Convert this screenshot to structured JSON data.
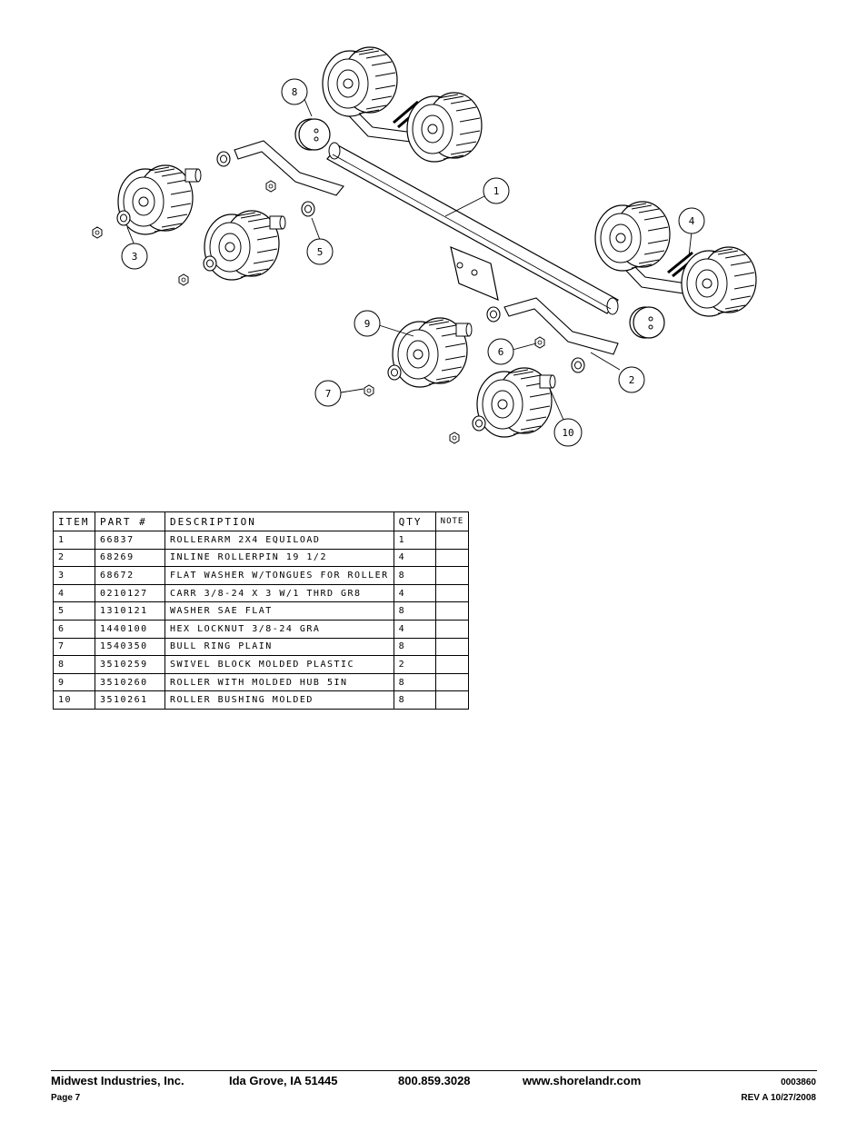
{
  "callouts": [
    "1",
    "2",
    "3",
    "4",
    "5",
    "6",
    "7",
    "8",
    "9",
    "10"
  ],
  "table": {
    "headers": [
      "ITEM",
      "PART #",
      "DESCRIPTION",
      "QTY",
      "NOTE"
    ],
    "rows": [
      {
        "item": "1",
        "part": "66837",
        "description": "ROLLERARM  2X4 EQUILOAD",
        "qty": "1",
        "note": ""
      },
      {
        "item": "2",
        "part": "68269",
        "description": "INLINE ROLLERPIN 19 1/2",
        "qty": "4",
        "note": ""
      },
      {
        "item": "3",
        "part": "68672",
        "description": "FLAT WASHER W/TONGUES FOR ROLLER",
        "qty": "8",
        "note": ""
      },
      {
        "item": "4",
        "part": "0210127",
        "description": "CARR 3/8-24 X 3 W/1 THRD GR8",
        "qty": "4",
        "note": ""
      },
      {
        "item": "5",
        "part": "1310121",
        "description": "WASHER SAE FLAT",
        "qty": "8",
        "note": ""
      },
      {
        "item": "6",
        "part": "1440100",
        "description": "HEX LOCKNUT 3/8-24 GRA",
        "qty": "4",
        "note": ""
      },
      {
        "item": "7",
        "part": "1540350",
        "description": "BULL RING PLAIN",
        "qty": "8",
        "note": ""
      },
      {
        "item": "8",
        "part": "3510259",
        "description": "SWIVEL BLOCK MOLDED PLASTIC",
        "qty": "2",
        "note": ""
      },
      {
        "item": "9",
        "part": "3510260",
        "description": "ROLLER WITH MOLDED HUB  5IN",
        "qty": "8",
        "note": ""
      },
      {
        "item": "10",
        "part": "3510261",
        "description": "ROLLER BUSHING MOLDED",
        "qty": "8",
        "note": ""
      }
    ]
  },
  "footer": {
    "company": "Midwest Industries, Inc.",
    "city": "Ida Grove, IA  51445",
    "phone": "800.859.3028",
    "website": "www.shorelandr.com",
    "doc_number": "0003860",
    "page": "Page 7",
    "revision": "REV A  10/27/2008"
  }
}
